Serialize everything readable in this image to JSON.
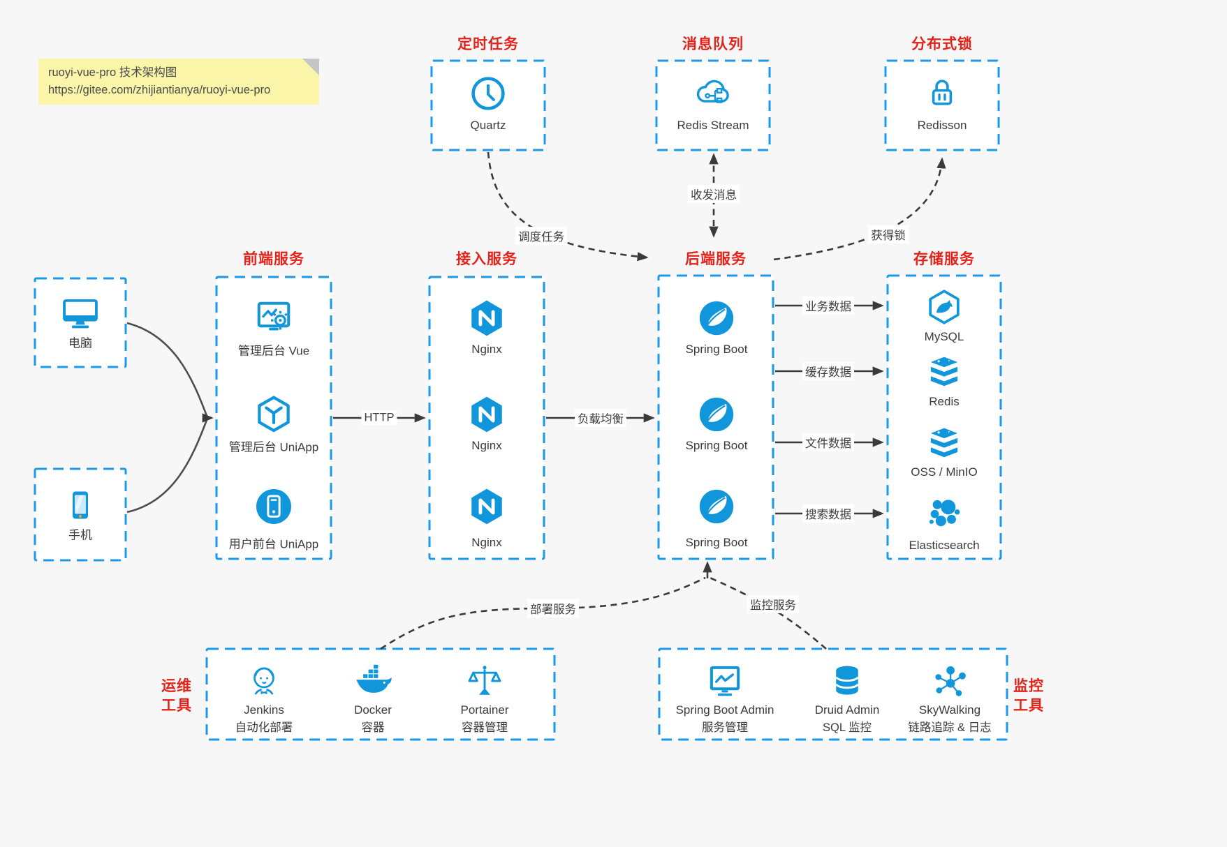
{
  "note": {
    "title": "ruoyi-vue-pro 技术架构图",
    "url": "https://gitee.com/zhijiantianya/ruoyi-vue-pro"
  },
  "groups": {
    "scheduled_task": {
      "title": "定时任务",
      "item": {
        "label": "Quartz",
        "icon": "clock-icon"
      }
    },
    "message_queue": {
      "title": "消息队列",
      "item": {
        "label": "Redis Stream",
        "icon": "cloud-network-icon"
      }
    },
    "distributed_lock": {
      "title": "分布式锁",
      "item": {
        "label": "Redisson",
        "icon": "lock-icon"
      }
    },
    "clients": {
      "desktop": {
        "label": "电脑",
        "icon": "desktop-icon"
      },
      "phone": {
        "label": "手机",
        "icon": "phone-icon"
      }
    },
    "frontend": {
      "title": "前端服务",
      "items": [
        {
          "label": "管理后台 Vue",
          "icon": "admin-vue-icon"
        },
        {
          "label": "管理后台 UniApp",
          "icon": "uniapp-icon"
        },
        {
          "label": "用户前台 UniApp",
          "icon": "user-app-icon"
        }
      ]
    },
    "gateway": {
      "title": "接入服务",
      "items": [
        {
          "label": "Nginx",
          "icon": "nginx-icon"
        },
        {
          "label": "Nginx",
          "icon": "nginx-icon"
        },
        {
          "label": "Nginx",
          "icon": "nginx-icon"
        }
      ]
    },
    "backend": {
      "title": "后端服务",
      "items": [
        {
          "label": "Spring Boot",
          "icon": "spring-icon"
        },
        {
          "label": "Spring Boot",
          "icon": "spring-icon"
        },
        {
          "label": "Spring Boot",
          "icon": "spring-icon"
        }
      ]
    },
    "storage": {
      "title": "存储服务",
      "items": [
        {
          "label": "MySQL",
          "icon": "mysql-icon"
        },
        {
          "label": "Redis",
          "icon": "stack-icon"
        },
        {
          "label": "OSS / MinIO",
          "icon": "stack-icon"
        },
        {
          "label": "Elasticsearch",
          "icon": "elasticsearch-icon"
        }
      ]
    },
    "ops_tools": {
      "side_label_line1": "运维",
      "side_label_line2": "工具",
      "items": [
        {
          "name": "Jenkins",
          "desc": "自动化部署",
          "icon": "jenkins-icon"
        },
        {
          "name": "Docker",
          "desc": "容器",
          "icon": "docker-icon"
        },
        {
          "name": "Portainer",
          "desc": "容器管理",
          "icon": "portainer-icon"
        }
      ]
    },
    "monitor_tools": {
      "side_label_line1": "监控",
      "side_label_line2": "工具",
      "items": [
        {
          "name": "Spring Boot Admin",
          "desc": "服务管理",
          "icon": "admin-monitor-icon"
        },
        {
          "name": "Druid Admin",
          "desc": "SQL 监控",
          "icon": "database-icon"
        },
        {
          "name": "SkyWalking",
          "desc": "链路追踪 & 日志",
          "icon": "topology-icon"
        }
      ]
    }
  },
  "edges": {
    "http": "HTTP",
    "load_balance": "负载均衡",
    "business_data": "业务数据",
    "cache_data": "缓存数据",
    "file_data": "文件数据",
    "search_data": "搜索数据",
    "schedule_task": "调度任务",
    "send_receive_message": "收发消息",
    "acquire_lock": "获得锁",
    "deploy_service": "部署服务",
    "monitor_service": "监控服务"
  },
  "colors": {
    "icon_blue": "#1296db",
    "border_blue": "#1a9ae8",
    "title_red": "#e2231a",
    "arrow_dark": "#3a3a3a",
    "note_bg": "#fbf5aa",
    "canvas_bg": "#f7f7f7"
  }
}
